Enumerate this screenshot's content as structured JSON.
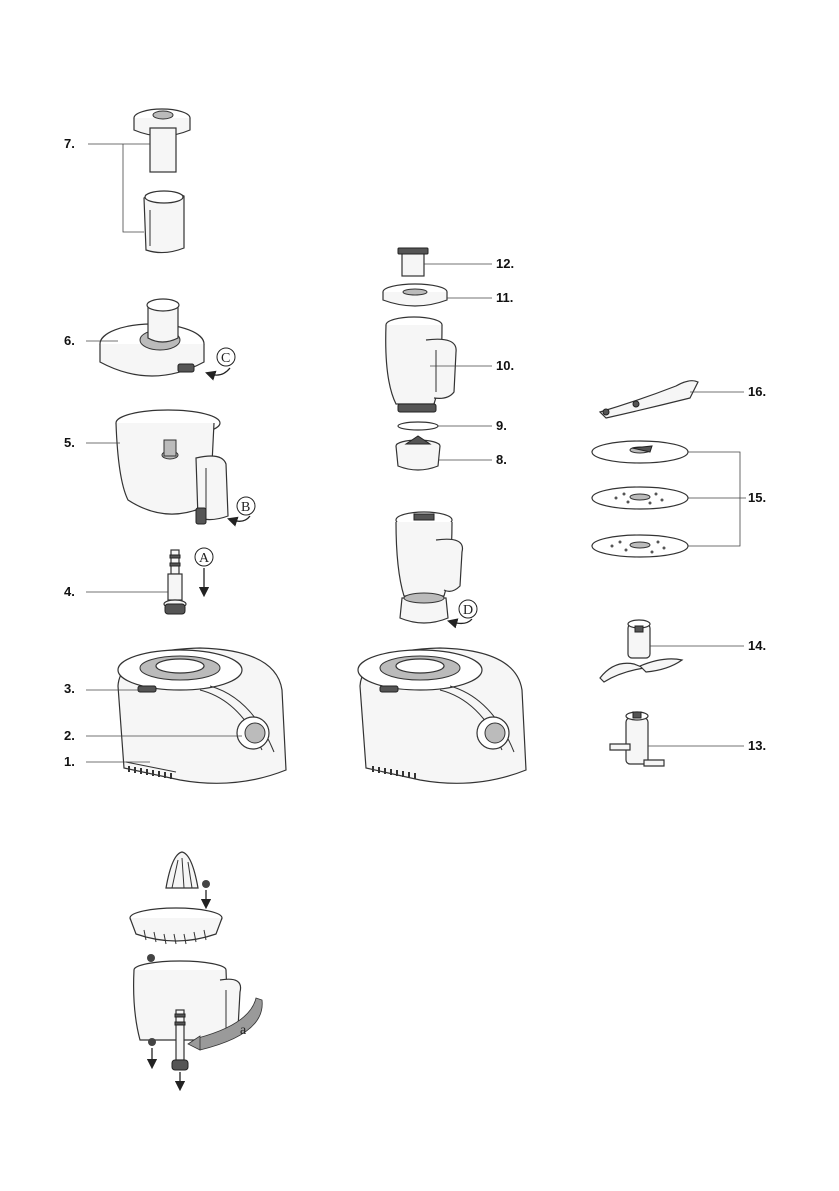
{
  "callouts": {
    "c1": "1.",
    "c2": "2.",
    "c3": "3.",
    "c4": "4.",
    "c5": "5.",
    "c6": "6.",
    "c7": "7.",
    "c8": "8.",
    "c9": "9.",
    "c10": "10.",
    "c11": "11.",
    "c12": "12.",
    "c13": "13.",
    "c14": "14.",
    "c15": "15.",
    "c16": "16."
  },
  "step_markers": {
    "A": "A",
    "B": "B",
    "C": "C",
    "D": "D"
  },
  "juicer_markers": {
    "a": "a"
  }
}
